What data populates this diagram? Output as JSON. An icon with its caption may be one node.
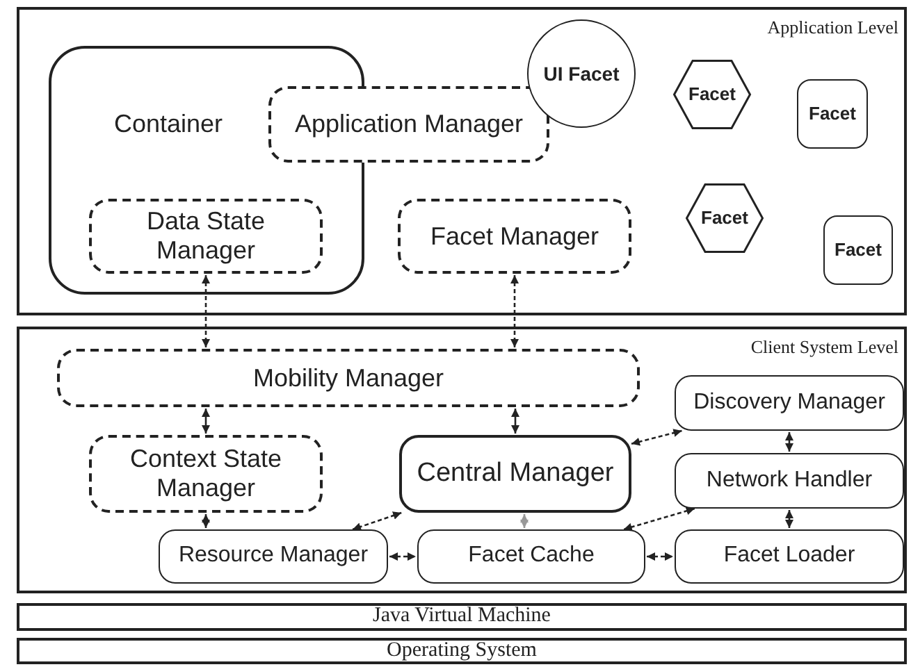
{
  "diagram": {
    "nodes": [
      {
        "text": [
          "Application Level"
        ]
      },
      {
        "text": [
          "Container"
        ],
        "in": 0
      },
      {
        "text": [
          "Application Manager"
        ],
        "in": 0
      },
      {
        "text": [
          "UI Facet"
        ],
        "in": 0
      },
      {
        "text": [
          "Facet"
        ],
        "in": 0
      },
      {
        "text": [
          "Facet"
        ],
        "in": 0
      },
      {
        "text": [
          "Data State Manager"
        ],
        "in": 1
      },
      {
        "text": [
          "Facet Manager"
        ],
        "in": 0
      },
      {
        "text": [
          "Facet"
        ],
        "in": 0
      },
      {
        "text": [
          "Facet"
        ],
        "in": 0
      },
      {
        "text": [
          "Client System Level"
        ]
      },
      {
        "text": [
          "Mobility Manager"
        ],
        "in": 10
      },
      {
        "text": [
          "Discovery Manager"
        ],
        "in": 10
      },
      {
        "text": [
          "Context State Manager"
        ],
        "in": 10
      },
      {
        "text": [
          "Central Manager"
        ],
        "in": 10
      },
      {
        "text": [
          "Network Handler"
        ],
        "in": 10
      },
      {
        "text": [
          "Resource Manager"
        ],
        "in": 10
      },
      {
        "text": [
          "Facet Cache"
        ],
        "in": 10
      },
      {
        "text": [
          "Facet Loader"
        ],
        "in": 10
      },
      {
        "text": [
          "Java Virtual Machine"
        ]
      },
      {
        "text": [
          "Operating System"
        ]
      }
    ],
    "edges": [
      {
        "from": 6,
        "to": 11,
        "arrow": "both",
        "style": "dashed"
      },
      {
        "from": 7,
        "to": 11,
        "arrow": "both",
        "style": "dashed"
      },
      {
        "from": 11,
        "to": 13,
        "arrow": "both"
      },
      {
        "from": 11,
        "to": 14,
        "arrow": "both"
      },
      {
        "from": 14,
        "to": 12,
        "arrow": "both",
        "style": "dashed"
      },
      {
        "from": 12,
        "to": 15,
        "arrow": "both"
      },
      {
        "from": 13,
        "to": 16,
        "arrow": "both"
      },
      {
        "from": 14,
        "to": 16,
        "arrow": "both",
        "style": "dashed"
      },
      {
        "from": 14,
        "to": 17,
        "arrow": "both",
        "color": "#999999"
      },
      {
        "from": 15,
        "to": 17,
        "arrow": "both",
        "style": "dashed"
      },
      {
        "from": 15,
        "to": 18,
        "arrow": "both"
      },
      {
        "from": 16,
        "to": 17,
        "arrow": "both",
        "style": "dashed"
      },
      {
        "from": 17,
        "to": 18,
        "arrow": "both",
        "style": "dashed"
      }
    ]
  }
}
